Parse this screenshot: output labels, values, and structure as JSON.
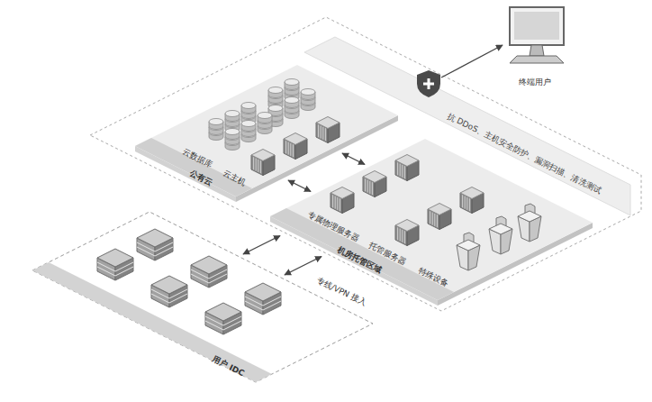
{
  "diagram": {
    "nodes": [
      {
        "text": [
          "抗 DDoS、主机安全防护、漏洞扫描、清洗测试"
        ]
      },
      {
        "text": [
          "终端用户"
        ]
      },
      {
        "text": [
          "公有云"
        ]
      },
      {
        "text": [
          "云数据库"
        ],
        "in": 2
      },
      {
        "text": [
          "云主机"
        ],
        "in": 2
      },
      {
        "text": [
          "机房托管区域"
        ]
      },
      {
        "text": [
          "专属物理服务器"
        ],
        "in": 5
      },
      {
        "text": [
          "托管服务器"
        ],
        "in": 5
      },
      {
        "text": [
          "特殊设备"
        ],
        "in": 5
      },
      {
        "text": [
          "用户 IDC"
        ]
      }
    ],
    "edges": [
      {
        "from": 0,
        "to": 1,
        "arrow": "to"
      },
      {
        "from": 2,
        "to": 5,
        "arrow": "both"
      },
      {
        "from": 2,
        "to": 5,
        "arrow": "both"
      },
      {
        "from": 9,
        "to": 5,
        "arrow": "both"
      },
      {
        "from": 9,
        "to": 5,
        "label": "专线/VPN 接入",
        "arrow": "both"
      }
    ]
  }
}
